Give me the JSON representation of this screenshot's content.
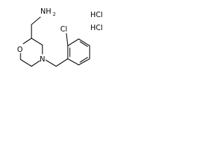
{
  "structure": {
    "amine_label": "NH",
    "amine_subscript": "2",
    "oxygen_label": "O",
    "nitrogen_label": "N",
    "chlorine_label": "Cl",
    "salt_lines": [
      "HCl",
      "HCl"
    ]
  }
}
